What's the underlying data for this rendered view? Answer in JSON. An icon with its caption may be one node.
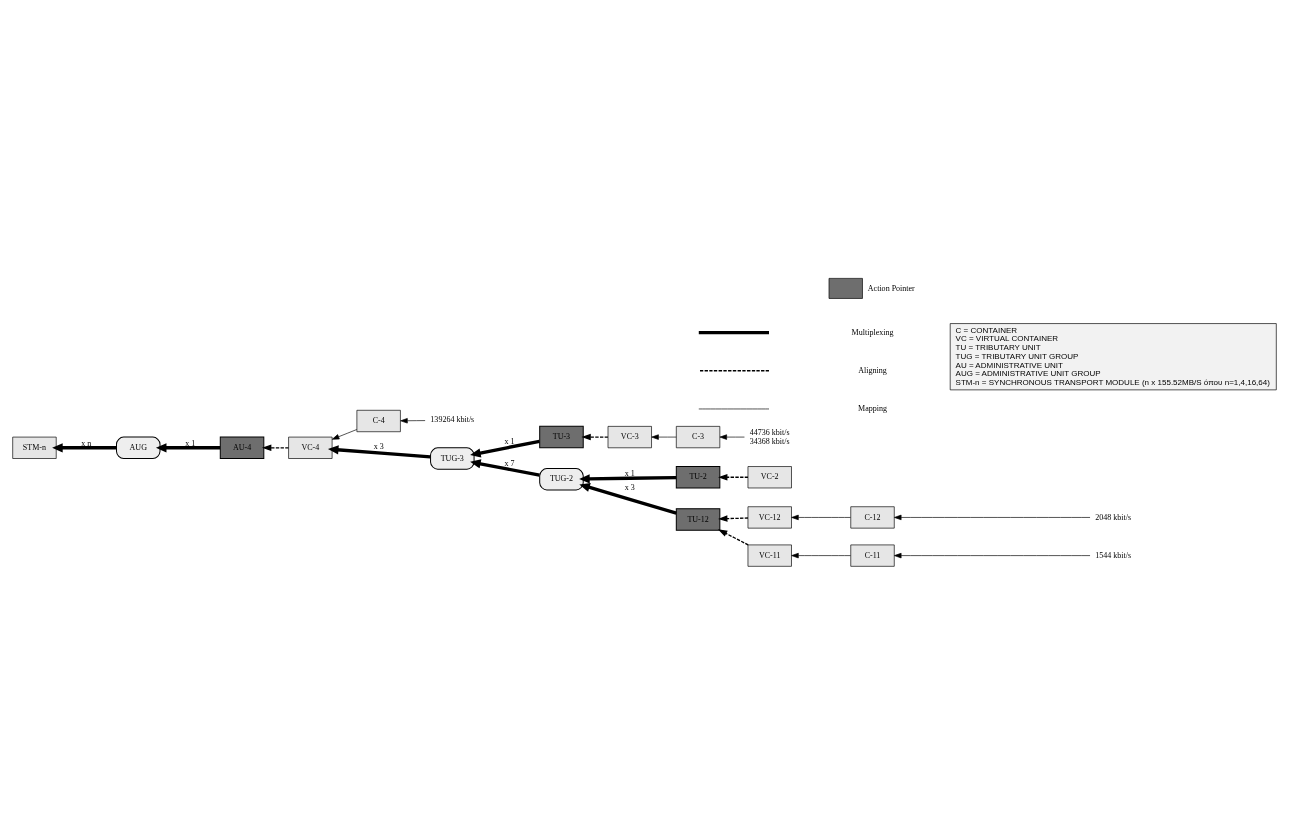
{
  "diagram": {
    "nodes": [
      {
        "text": [
          "STM-n"
        ]
      },
      {
        "text": [
          "AUG"
        ]
      },
      {
        "text": [
          "AU-4"
        ]
      },
      {
        "text": [
          "VC-4"
        ]
      },
      {
        "text": [
          "C-4"
        ]
      },
      {
        "text": [
          "139264 kbit/s"
        ]
      },
      {
        "text": [
          "TUG-3"
        ]
      },
      {
        "text": [
          "TU-3"
        ]
      },
      {
        "text": [
          "VC-3"
        ]
      },
      {
        "text": [
          "C-3"
        ]
      },
      {
        "text": [
          "44736 kbit/s",
          "34368 kbit/s"
        ]
      },
      {
        "text": [
          "TUG-2"
        ]
      },
      {
        "text": [
          "TU-2"
        ]
      },
      {
        "text": [
          "VC-2"
        ]
      },
      {
        "text": [
          "TU-12"
        ]
      },
      {
        "text": [
          "VC-12"
        ]
      },
      {
        "text": [
          "C-12"
        ]
      },
      {
        "text": [
          "2048 kbit/s"
        ]
      },
      {
        "text": [
          "VC-11"
        ]
      },
      {
        "text": [
          "C-11"
        ]
      },
      {
        "text": [
          "1544 kbit/s"
        ]
      },
      {
        "text": [
          "C = CONTAINER",
          "VC = VIRTUAL CONTAINER",
          "TU = TRIBUTARY UNIT",
          "TUG = TRIBUTARY UNIT GROUP",
          "AU = ADMINISTRATIVE UNIT",
          "AUG = ADMINISTRATIVE UNIT GROUP",
          "STM-n = SYNCHRONOUS TRANSPORT MODULE (n x 155.52MB/S όπου n=1,4,16,64)"
        ]
      }
    ],
    "edges": [
      {
        "from": 1,
        "to": 0,
        "arrow": "to",
        "label": "x n",
        "style": "thick"
      },
      {
        "from": 2,
        "to": 1,
        "arrow": "to",
        "label": "x 1",
        "style": "thick"
      },
      {
        "from": 3,
        "to": 2,
        "arrow": "to",
        "style": "dashed"
      },
      {
        "from": 4,
        "to": 3,
        "arrow": "to"
      },
      {
        "from": 5,
        "to": 4,
        "arrow": "to"
      },
      {
        "from": 6,
        "to": 3,
        "arrow": "to",
        "label": "x 3",
        "style": "thick"
      },
      {
        "from": 7,
        "to": 6,
        "arrow": "to",
        "label": "x 1",
        "style": "thick"
      },
      {
        "from": 8,
        "to": 7,
        "arrow": "to",
        "style": "dashed"
      },
      {
        "from": 9,
        "to": 8,
        "arrow": "to"
      },
      {
        "from": 10,
        "to": 9,
        "arrow": "to"
      },
      {
        "from": 11,
        "to": 6,
        "arrow": "to",
        "label": "x 7",
        "style": "thick"
      },
      {
        "from": 12,
        "to": 11,
        "arrow": "to",
        "label": "x 1",
        "style": "thick"
      },
      {
        "from": 13,
        "to": 12,
        "arrow": "to",
        "style": "dashed"
      },
      {
        "from": 14,
        "to": 11,
        "arrow": "to",
        "label": "x 3",
        "style": "thick"
      },
      {
        "from": 15,
        "to": 14,
        "arrow": "to",
        "style": "dashed"
      },
      {
        "from": 16,
        "to": 15,
        "arrow": "to"
      },
      {
        "from": 17,
        "to": 16,
        "arrow": "to"
      },
      {
        "from": 18,
        "to": 14,
        "arrow": "to",
        "style": "dashed"
      },
      {
        "from": 19,
        "to": 18,
        "arrow": "to"
      },
      {
        "from": 20,
        "to": 19,
        "arrow": "to"
      }
    ],
    "legend": [
      {
        "text": "Action Pointer",
        "color": "#6e6e6e"
      },
      {
        "text": "Multiplexing"
      },
      {
        "text": "Aligning"
      },
      {
        "text": "Mapping"
      }
    ]
  }
}
